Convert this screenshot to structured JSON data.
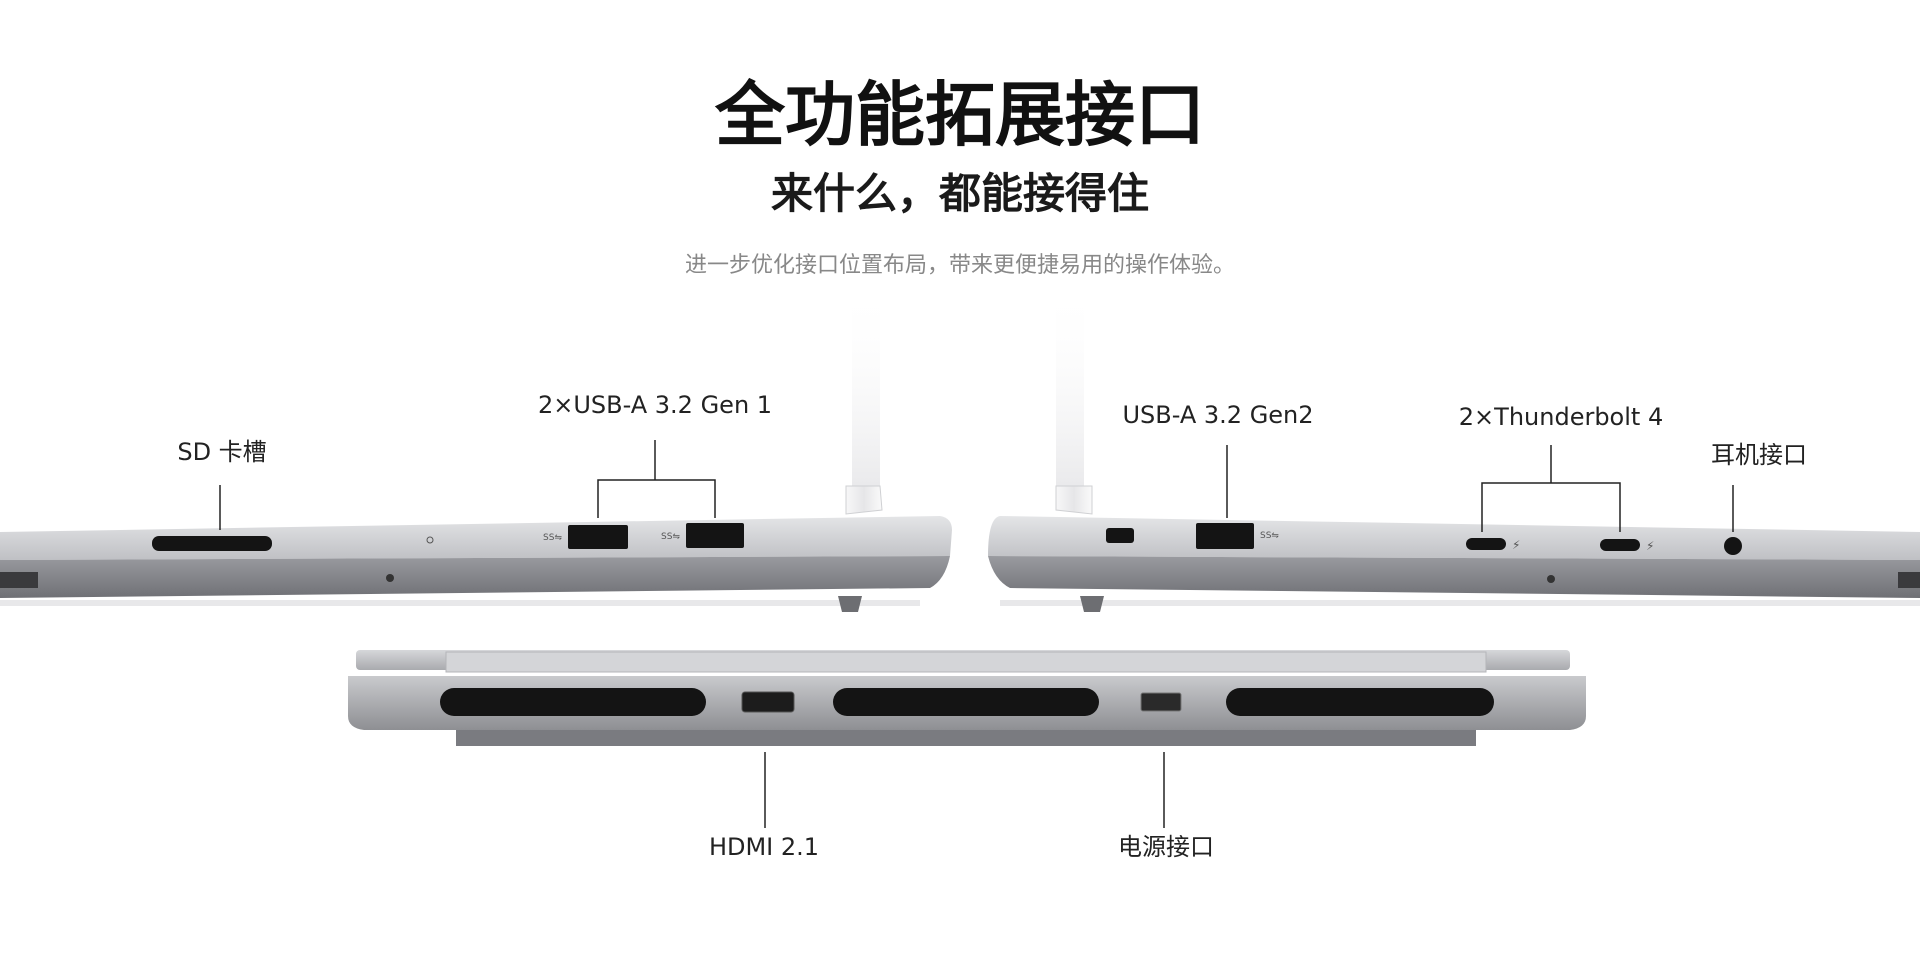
{
  "hero": {
    "title": "全功能拓展接口",
    "subtitle": "来什么，都能接得住",
    "description": "进一步优化接口位置布局，带来更便捷易用的操作体验。"
  },
  "ports": {
    "left_side": [
      {
        "label": "SD 卡槽"
      },
      {
        "label": "2×USB-A 3.2 Gen 1"
      }
    ],
    "right_side": [
      {
        "label": "USB-A 3.2 Gen2"
      },
      {
        "label": "2×Thunderbolt 4"
      },
      {
        "label": "耳机接口"
      }
    ],
    "rear": [
      {
        "label": "HDMI 2.1"
      },
      {
        "label": "电源接口"
      }
    ]
  },
  "port_icons": {
    "usb_a_1": "SS⇋",
    "usb_a_2": "SS⇋",
    "usb_a_gen2": "SS⇋",
    "tb_1": "⚡",
    "tb_2": "⚡"
  },
  "colors": {
    "chassis_light": "#cfd0d3",
    "chassis_dark": "#8a8b8f",
    "port_black": "#141414",
    "leader_line": "#222222"
  }
}
